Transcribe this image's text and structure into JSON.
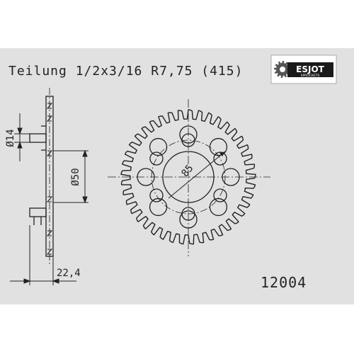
{
  "header": {
    "pitch_label": "Teilung 1/2x3/16 R7,75 (415)"
  },
  "logo": {
    "brand": "ESJOT",
    "tagline": "SPROCKETS"
  },
  "dimensions": {
    "hub_diameter": "Ø14",
    "bore_diameter": "Ø50",
    "bolt_circle": "85",
    "offset": "22,4"
  },
  "part": {
    "number": "12004"
  },
  "sprocket": {
    "tooth_count": 41,
    "outer_holes": 8,
    "inner_holes": 6
  },
  "colors": {
    "sheet": "#e1e1e1",
    "ink": "#222222"
  }
}
